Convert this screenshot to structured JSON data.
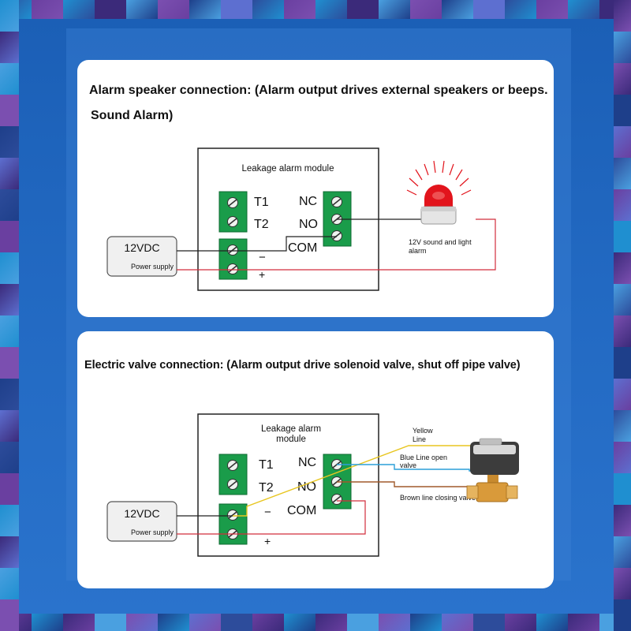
{
  "colors": {
    "background": "#1b5fb6",
    "panel": "#ffffff",
    "terminal_block": "#1a9c4a",
    "red_wire": "#d22d3c",
    "black_wire": "#222222",
    "yellow_wire": "#e8c620",
    "blue_wire": "#2c9fd8",
    "brown_wire": "#a05a2c",
    "alarm_lamp": "#e2141c",
    "valve_brass": "#d99a3a"
  },
  "speaker_section": {
    "title_line1": "Alarm speaker connection: (Alarm output drives external speakers or beeps.",
    "title_line2": "Sound Alarm)",
    "module_title": "Leakage alarm module",
    "terminal_labels": {
      "t1": "T1",
      "t2": "T2",
      "nc": "NC",
      "no": "NO",
      "com": "COM",
      "minus": "−",
      "plus": "+"
    },
    "power_supply": {
      "voltage": "12VDC",
      "label": "Power supply"
    },
    "alarm_label_line1": "12V sound and light",
    "alarm_label_line2": "alarm",
    "icons": [
      "screw-terminal-icon",
      "alarm-lamp-icon"
    ]
  },
  "valve_section": {
    "title": "Electric valve connection: (Alarm output drive solenoid valve, shut off pipe valve)",
    "module_title_line1": "Leakage alarm",
    "module_title_line2": "module",
    "terminal_labels": {
      "t1": "T1",
      "t2": "T2",
      "nc": "NC",
      "no": "NO",
      "com": "COM",
      "minus": "−",
      "plus": "+"
    },
    "power_supply": {
      "voltage": "12VDC",
      "label": "Power supply"
    },
    "yellow_line_line1": "Yellow",
    "yellow_line_line2": "Line",
    "blue_line_line1": "Blue Line open",
    "blue_line_line2": "valve",
    "brown_line": "Brown line closing valve",
    "icons": [
      "screw-terminal-icon",
      "solenoid-valve-icon"
    ]
  }
}
